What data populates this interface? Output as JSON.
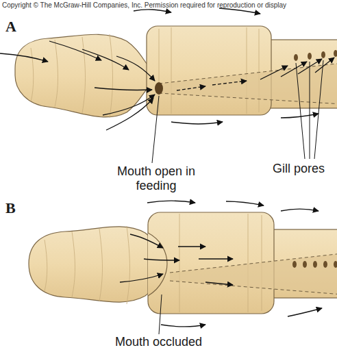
{
  "diagram": {
    "labels": [
      "Copyright © The McGraw-Hill Companies, Inc. Permission required for reproduction or display",
      "A",
      "Mouth open in feeding",
      "Gill pores",
      "B",
      "Mouth occluded"
    ]
  }
}
